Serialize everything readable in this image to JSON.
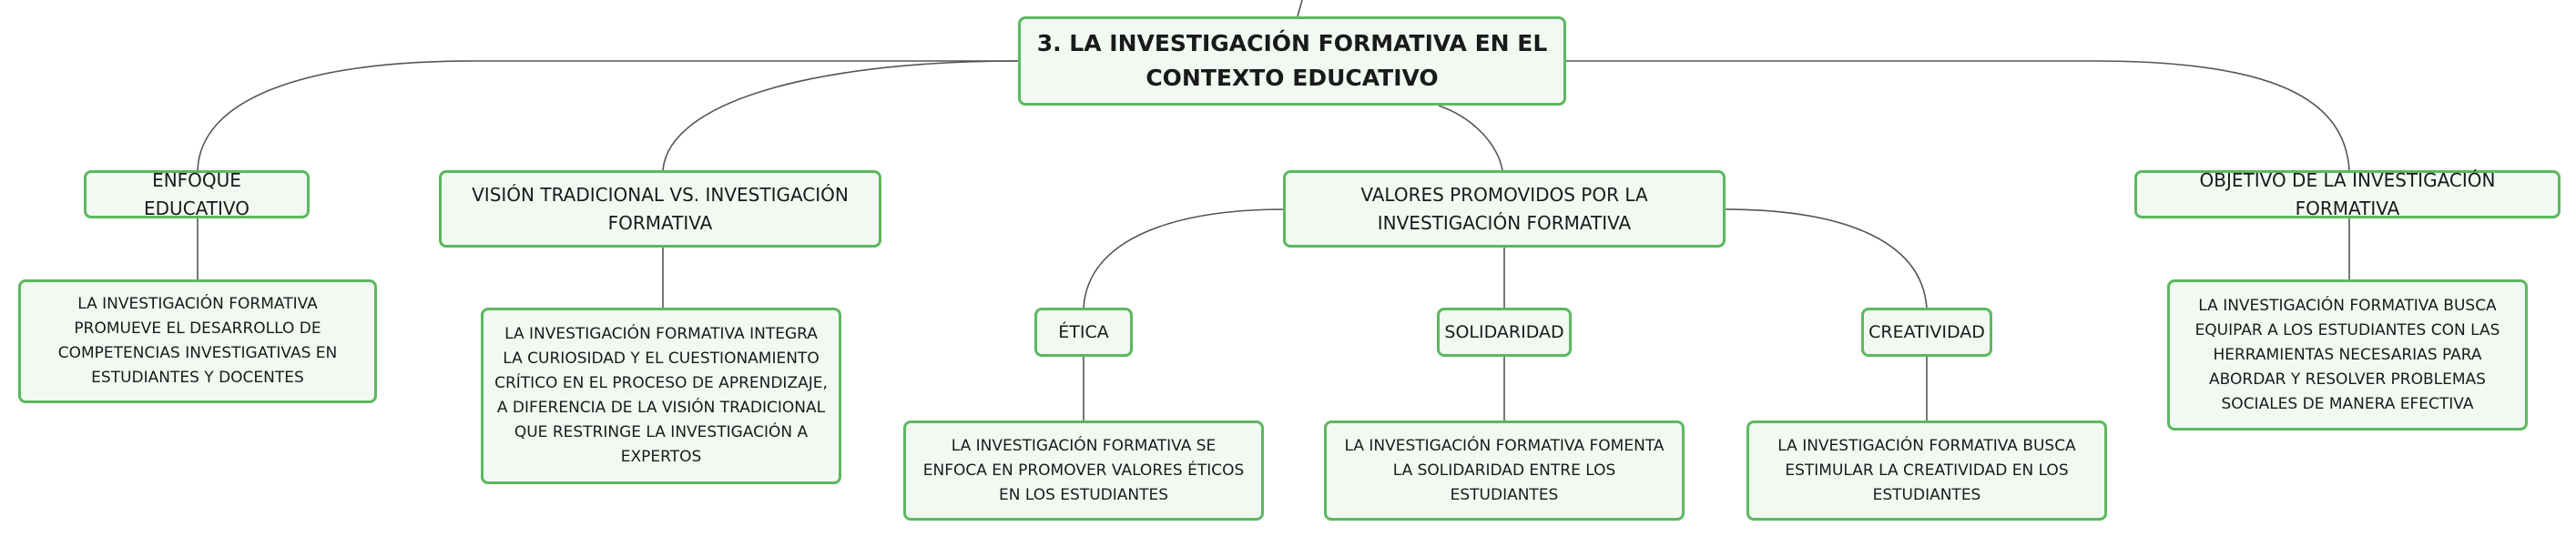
{
  "root": {
    "title": "3. LA INVESTIGACIÓN FORMATIVA EN EL CONTEXTO EDUCATIVO"
  },
  "branches": {
    "enfoque": {
      "label": "ENFOQUE EDUCATIVO",
      "detail": "LA INVESTIGACIÓN FORMATIVA PROMUEVE EL DESARROLLO DE COMPETENCIAS INVESTIGATIVAS EN ESTUDIANTES Y DOCENTES"
    },
    "vision": {
      "label": "VISIÓN TRADICIONAL VS. INVESTIGACIÓN FORMATIVA",
      "detail": "LA INVESTIGACIÓN FORMATIVA INTEGRA LA CURIOSIDAD Y EL CUESTIONAMIENTO CRÍTICO EN EL PROCESO DE APRENDIZAJE, A DIFERENCIA DE LA VISIÓN TRADICIONAL QUE RESTRINGE LA INVESTIGACIÓN A EXPERTOS"
    },
    "valores": {
      "label": "VALORES PROMOVIDOS POR LA INVESTIGACIÓN FORMATIVA",
      "etica": {
        "label": "ÉTICA",
        "detail": "LA INVESTIGACIÓN FORMATIVA SE ENFOCA EN PROMOVER VALORES ÉTICOS EN LOS ESTUDIANTES"
      },
      "solidaridad": {
        "label": "SOLIDARIDAD",
        "detail": "LA INVESTIGACIÓN FORMATIVA FOMENTA LA SOLIDARIDAD ENTRE LOS ESTUDIANTES"
      },
      "creatividad": {
        "label": "CREATIVIDAD",
        "detail": "LA INVESTIGACIÓN FORMATIVA BUSCA ESTIMULAR LA CREATIVIDAD EN LOS ESTUDIANTES"
      }
    },
    "objetivo": {
      "label": "OBJETIVO DE LA INVESTIGACIÓN FORMATIVA",
      "detail": "LA INVESTIGACIÓN FORMATIVA BUSCA EQUIPAR A LOS ESTUDIANTES CON LAS HERRAMIENTAS NECESARIAS PARA ABORDAR Y RESOLVER PROBLEMAS SOCIALES DE MANERA EFECTIVA"
    }
  },
  "colors": {
    "border": "#5cb85f",
    "fill": "#f1f9f2",
    "connector": "#555555"
  }
}
